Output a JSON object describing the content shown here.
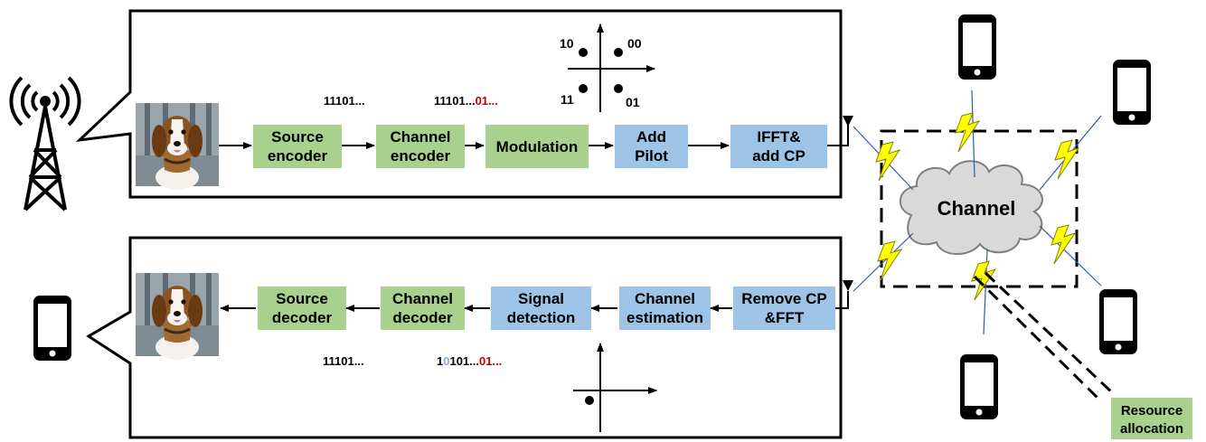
{
  "tx": {
    "blocks": [
      {
        "line1": "Source",
        "line2": "encoder",
        "color": "#a9d18e"
      },
      {
        "line1": "Channel",
        "line2": "encoder",
        "color": "#a9d18e"
      },
      {
        "line1": "Modulation",
        "line2": "",
        "color": "#a9d18e"
      },
      {
        "line1": "Add",
        "line2": "Pilot",
        "color": "#9dc3e6"
      },
      {
        "line1": "IFFT&",
        "line2": "add CP",
        "color": "#9dc3e6"
      }
    ],
    "bits_source": "11101...",
    "bits_channel_prefix": "11101...",
    "bits_channel_suffix": "01...",
    "constellation": {
      "p10": "10",
      "p00": "00",
      "p11": "11",
      "p01": "01"
    }
  },
  "rx": {
    "blocks": [
      {
        "line1": "Remove CP",
        "line2": "&FFT",
        "color": "#9dc3e6"
      },
      {
        "line1": "Channel",
        "line2": "estimation",
        "color": "#9dc3e6"
      },
      {
        "line1": "Signal",
        "line2": "detection",
        "color": "#9dc3e6"
      },
      {
        "line1": "Channel",
        "line2": "decoder",
        "color": "#a9d18e"
      },
      {
        "line1": "Source",
        "line2": "decoder",
        "color": "#a9d18e"
      }
    ],
    "bits_source": "11101...",
    "bits_a": "1",
    "bits_b": "0",
    "bits_c": "101...",
    "bits_d": "01..."
  },
  "channel": {
    "label": "Channel"
  },
  "resource": {
    "line1": "Resource",
    "line2": "allocation",
    "color": "#a9d18e"
  },
  "colors": {
    "green": "#a9d18e",
    "blue": "#9dc3e6",
    "red": "#c00000",
    "lightning": "#ffff00",
    "cloud": "#d9d9d9"
  }
}
